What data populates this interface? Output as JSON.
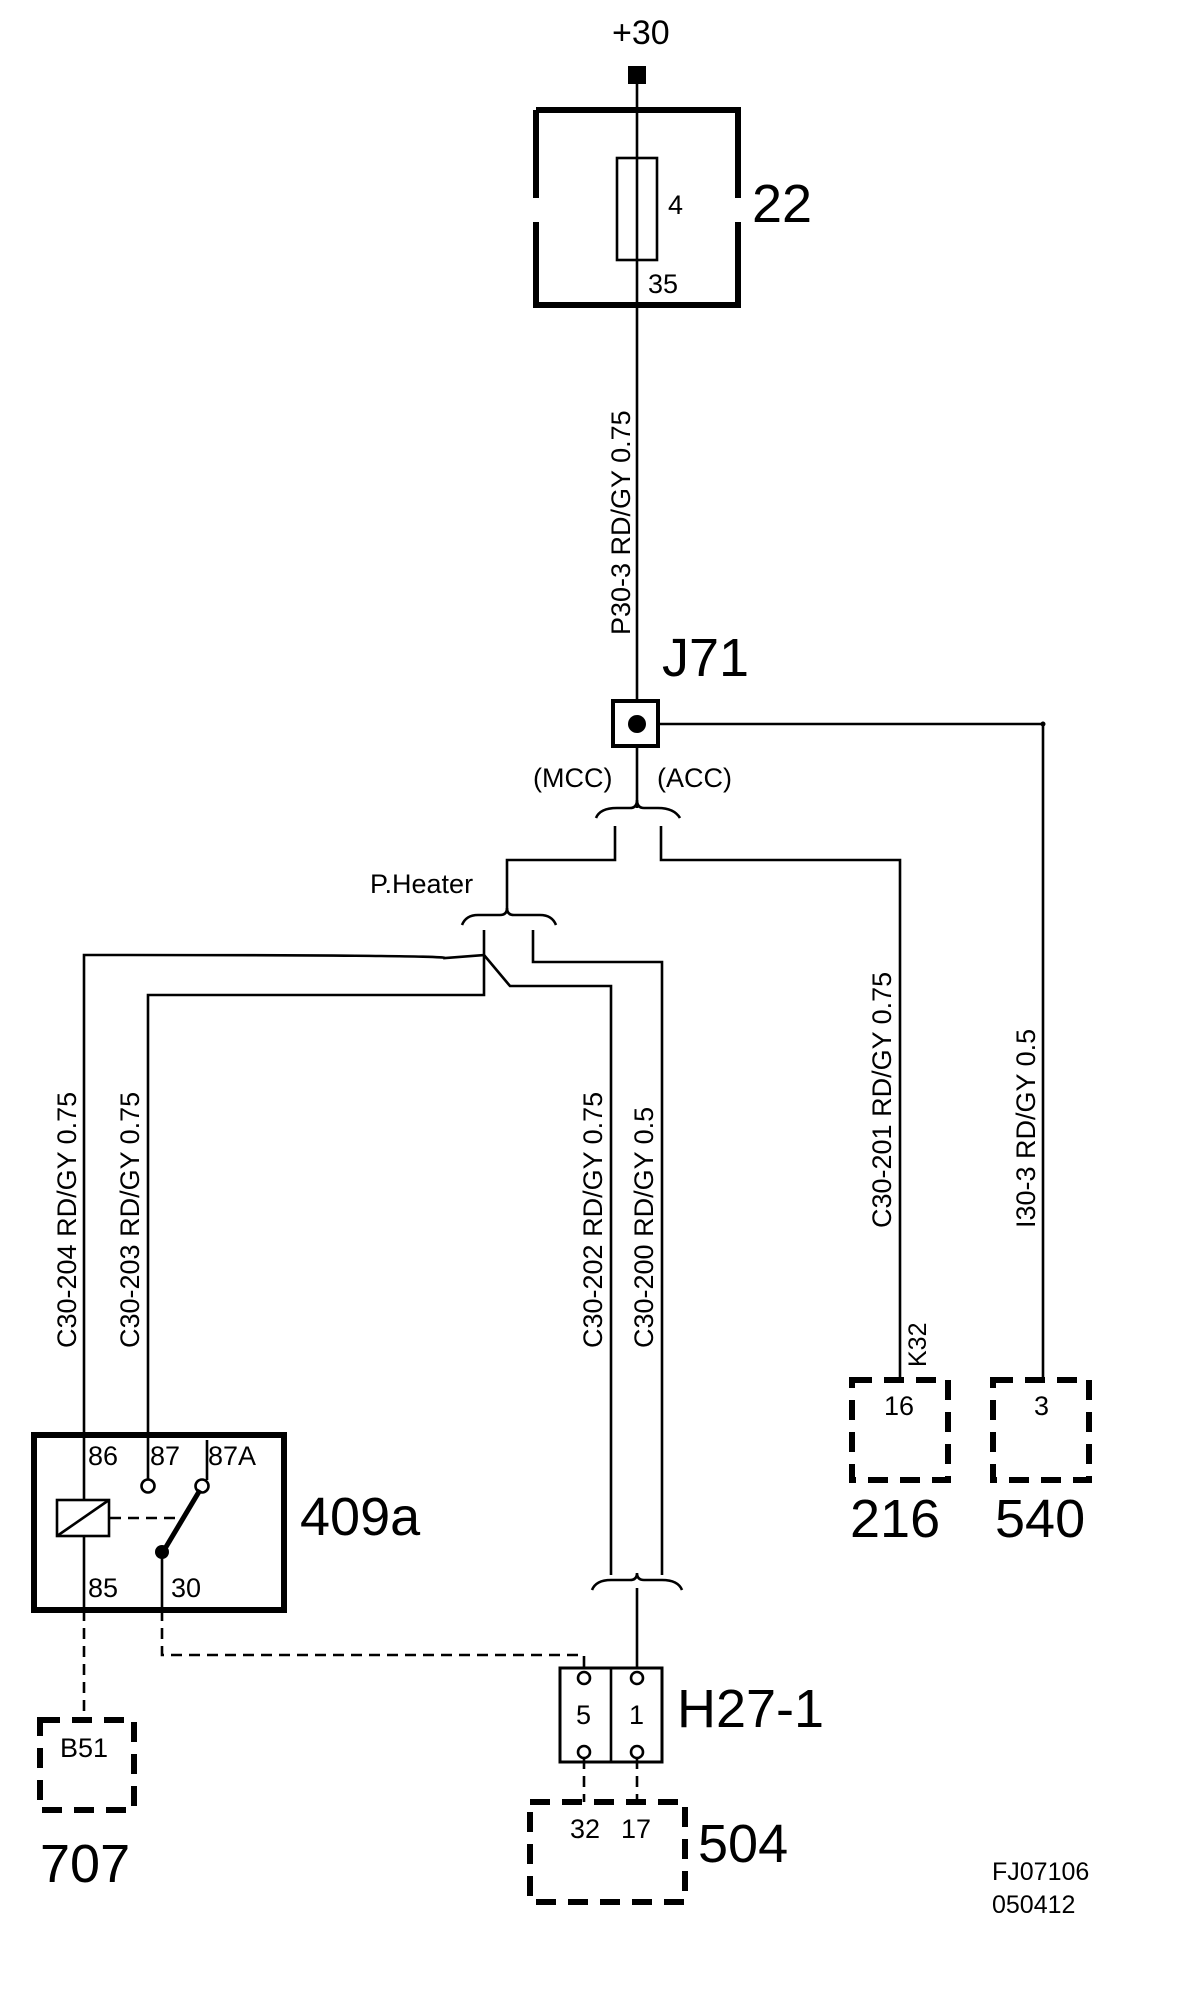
{
  "supply": {
    "label": "+30"
  },
  "fuse_box": {
    "id": "22",
    "fuse": "4",
    "pin": "35"
  },
  "wire_main": {
    "label": "P30-3  RD/GY  0.75"
  },
  "junction": {
    "id": "J71",
    "mcc": "(MCC)",
    "acc": "(ACC)"
  },
  "p_heater": {
    "label": "P.Heater"
  },
  "wires": {
    "c30_204": "C30-204  RD/GY  0.75",
    "c30_203": "C30-203  RD/GY  0.75",
    "c30_202": "C30-202  RD/GY  0.75",
    "c30_200": "C30-200  RD/GY  0.5",
    "c30_201": "C30-201  RD/GY  0.75",
    "i30_3": "I30-3  RD/GY  0.5"
  },
  "relay": {
    "id": "409a",
    "p86": "86",
    "p87": "87",
    "p87a": "87A",
    "p85": "85",
    "p30": "30"
  },
  "conn_216": {
    "id": "216",
    "pin": "16",
    "tag": "K32"
  },
  "conn_540": {
    "id": "540",
    "pin": "3"
  },
  "conn_707": {
    "id": "707",
    "pin": "B51"
  },
  "h27": {
    "id": "H27-1",
    "pin5": "5",
    "pin1": "1"
  },
  "conn_504": {
    "id": "504",
    "pin32": "32",
    "pin17": "17"
  },
  "footer": {
    "code": "FJ07106",
    "date": "050412"
  }
}
